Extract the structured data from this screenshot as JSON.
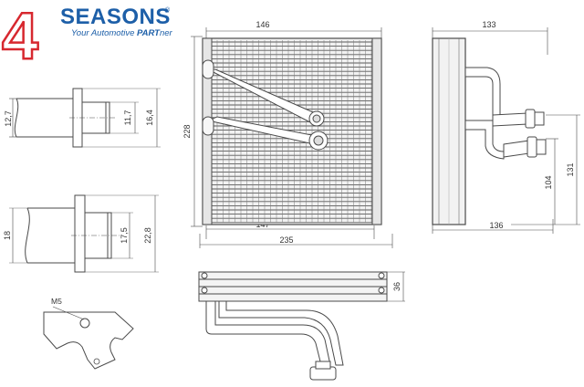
{
  "brand": {
    "logo_digit": "4",
    "name": "SEASONS",
    "registered": "®",
    "tagline_prefix": "Your Automotive ",
    "tagline_part": "PART",
    "tagline_suffix": "ner",
    "colors": {
      "red": "#d7282f",
      "blue": "#1d5fa8"
    }
  },
  "drawing": {
    "line_color": "#4a4a4a",
    "fin_color": "#5a5a5a",
    "front_view": {
      "width_top": "146",
      "height": "228",
      "width_bottom_inner": "147",
      "width_bottom_total": "235"
    },
    "side_view": {
      "depth_top": "133",
      "depth_bottom": "136",
      "height_a": "104",
      "height_b": "131"
    },
    "fitting_small": {
      "d1": "12,7",
      "d2": "11,7",
      "d3": "16,4"
    },
    "fitting_large": {
      "d1": "18",
      "d2": "17,5",
      "d3": "22,8"
    },
    "bottom_view": {
      "depth": "36"
    },
    "bracket": {
      "thread": "M5"
    }
  }
}
